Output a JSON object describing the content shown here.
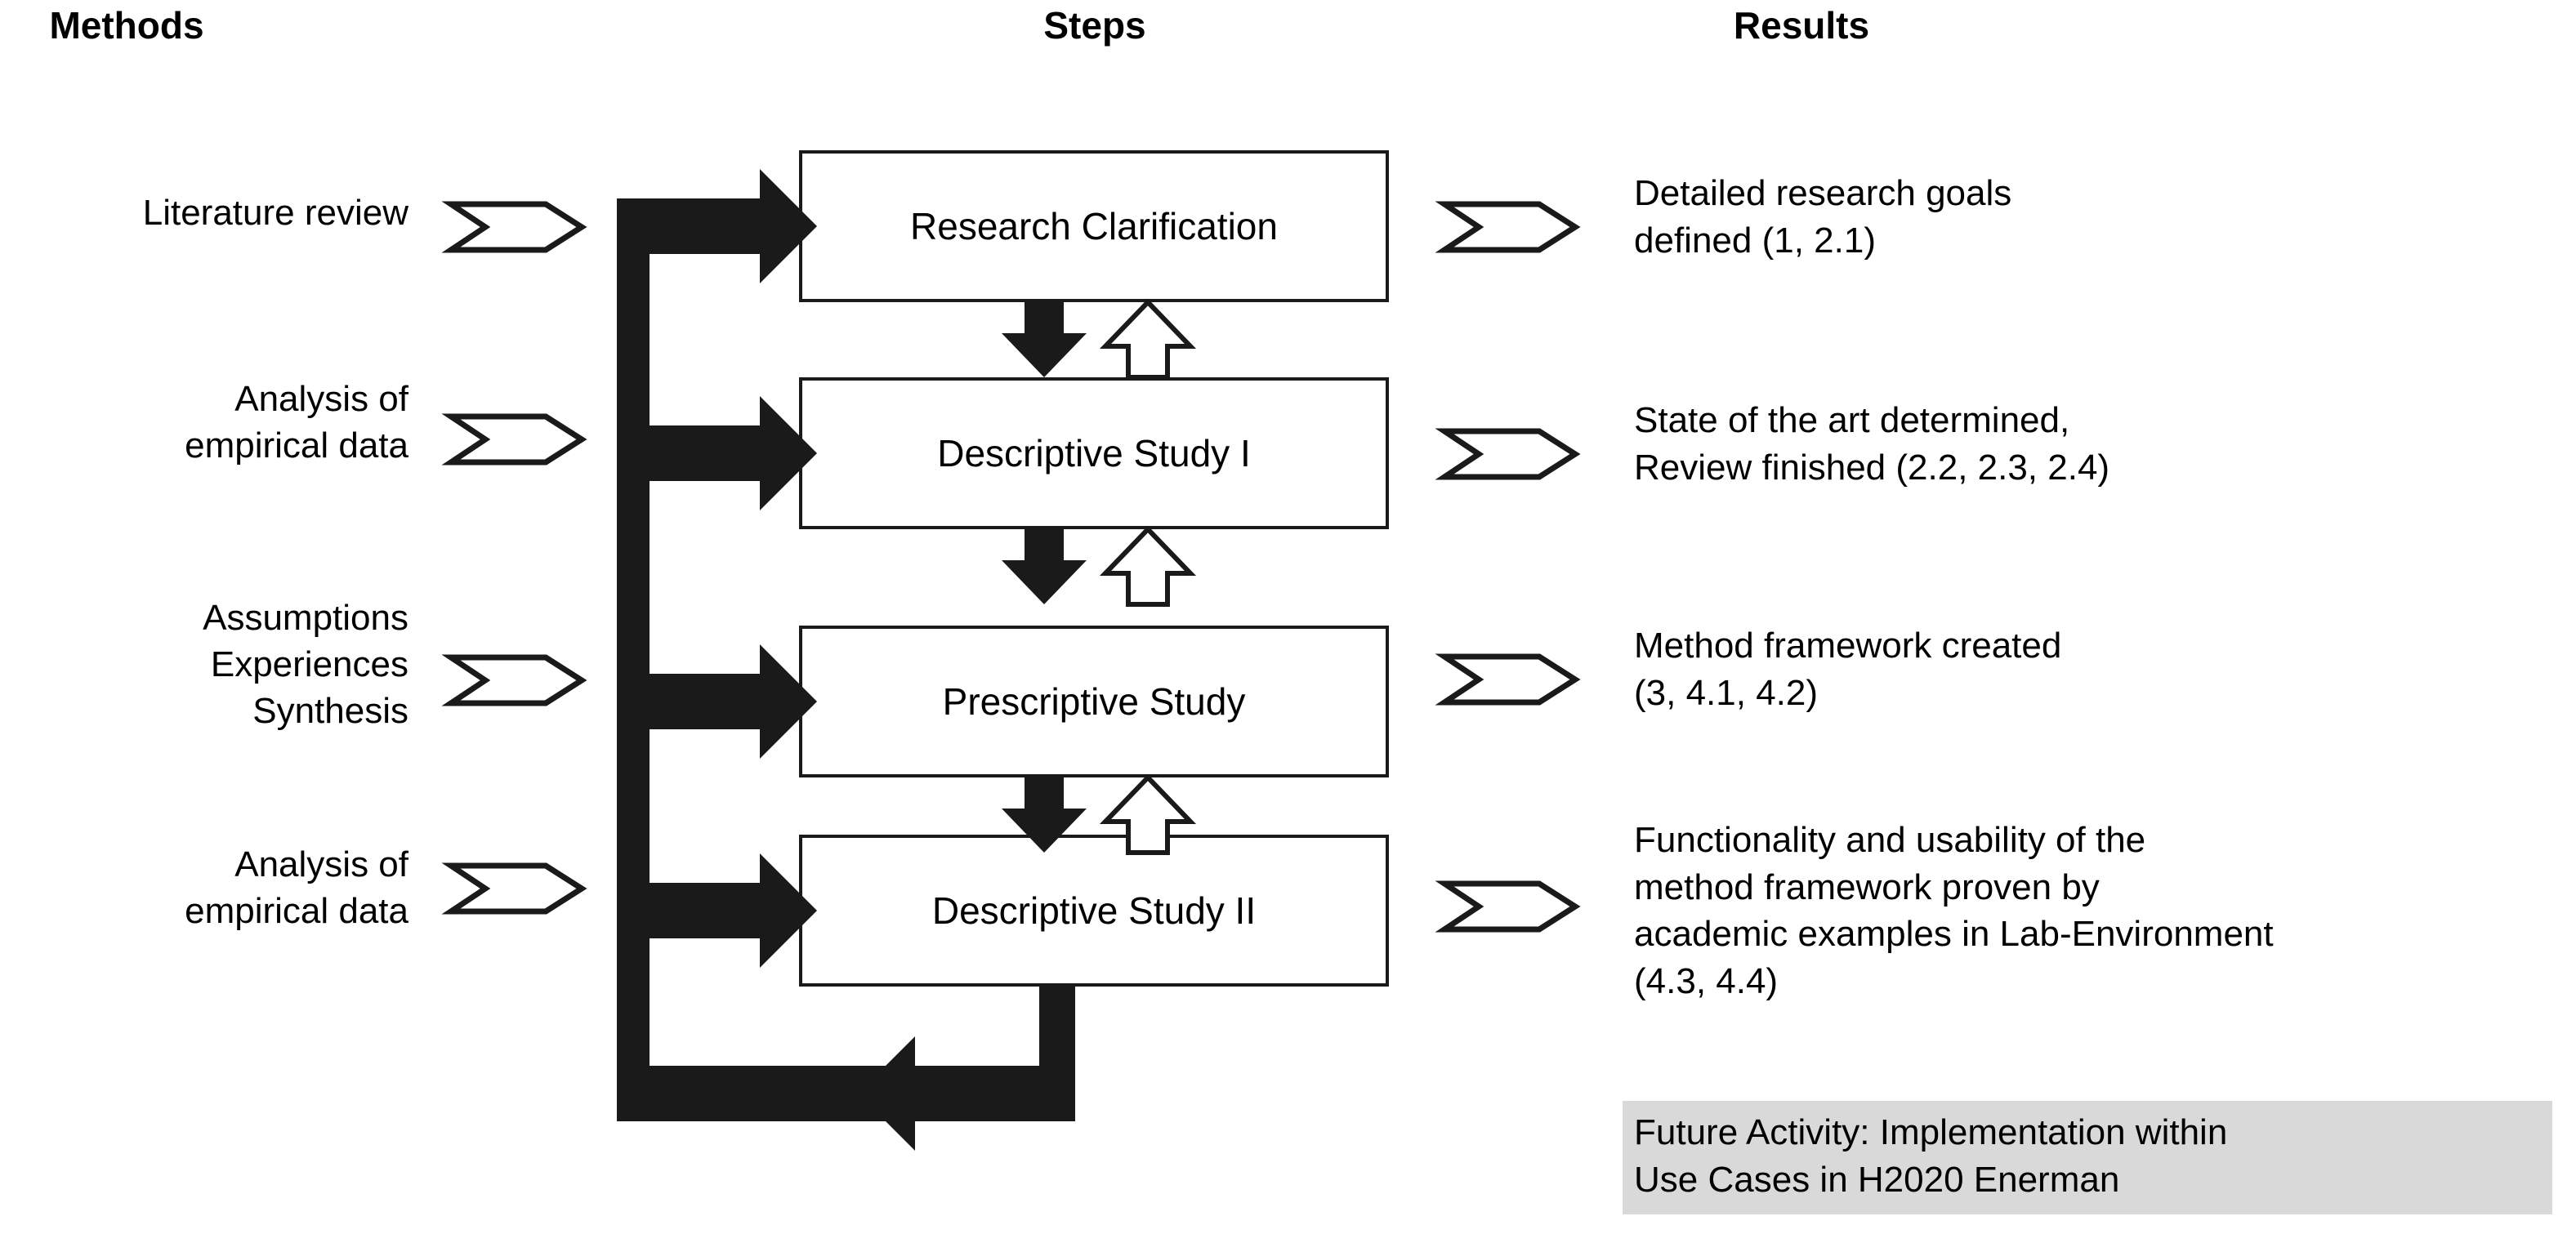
{
  "headers": {
    "methods": "Methods",
    "steps": "Steps",
    "results": "Results"
  },
  "colors": {
    "ink": "#1a1a1a",
    "box_fill": "#ffffff",
    "highlight_bg": "#d9d9d9",
    "page_bg": "#ffffff"
  },
  "methods": [
    {
      "label": "Literature review"
    },
    {
      "label": "Analysis of\nempirical data"
    },
    {
      "label": "Assumptions\nExperiences\nSynthesis"
    },
    {
      "label": "Analysis of\nempirical data"
    }
  ],
  "steps": [
    {
      "label": "Research Clarification"
    },
    {
      "label": "Descriptive Study I"
    },
    {
      "label": "Prescriptive Study"
    },
    {
      "label": "Descriptive Study II"
    }
  ],
  "results": [
    {
      "label": "Detailed research goals\ndefined (1, 2.1)",
      "highlighted": false
    },
    {
      "label": "State of the art determined,\nReview finished (2.2, 2.3, 2.4)",
      "highlighted": false
    },
    {
      "label": "Method framework created\n(3, 4.1, 4.2)",
      "highlighted": false
    },
    {
      "label": "Functionality and usability of the\nmethod framework proven by\nacademic examples in Lab-Environment\n(4.3, 4.4)",
      "highlighted": false
    }
  ],
  "future_activity": {
    "label": "Future Activity: Implementation within\nUse Cases in H2020 Enerman",
    "highlighted": true
  },
  "connectors": {
    "method_chevrons": 4,
    "result_chevrons": 4,
    "forward_arrows_solid_down": 3,
    "feedback_arrows_hollow_up": 3,
    "input_arrows_from_spine": 4,
    "feedback_loop_to_spine": 1
  }
}
